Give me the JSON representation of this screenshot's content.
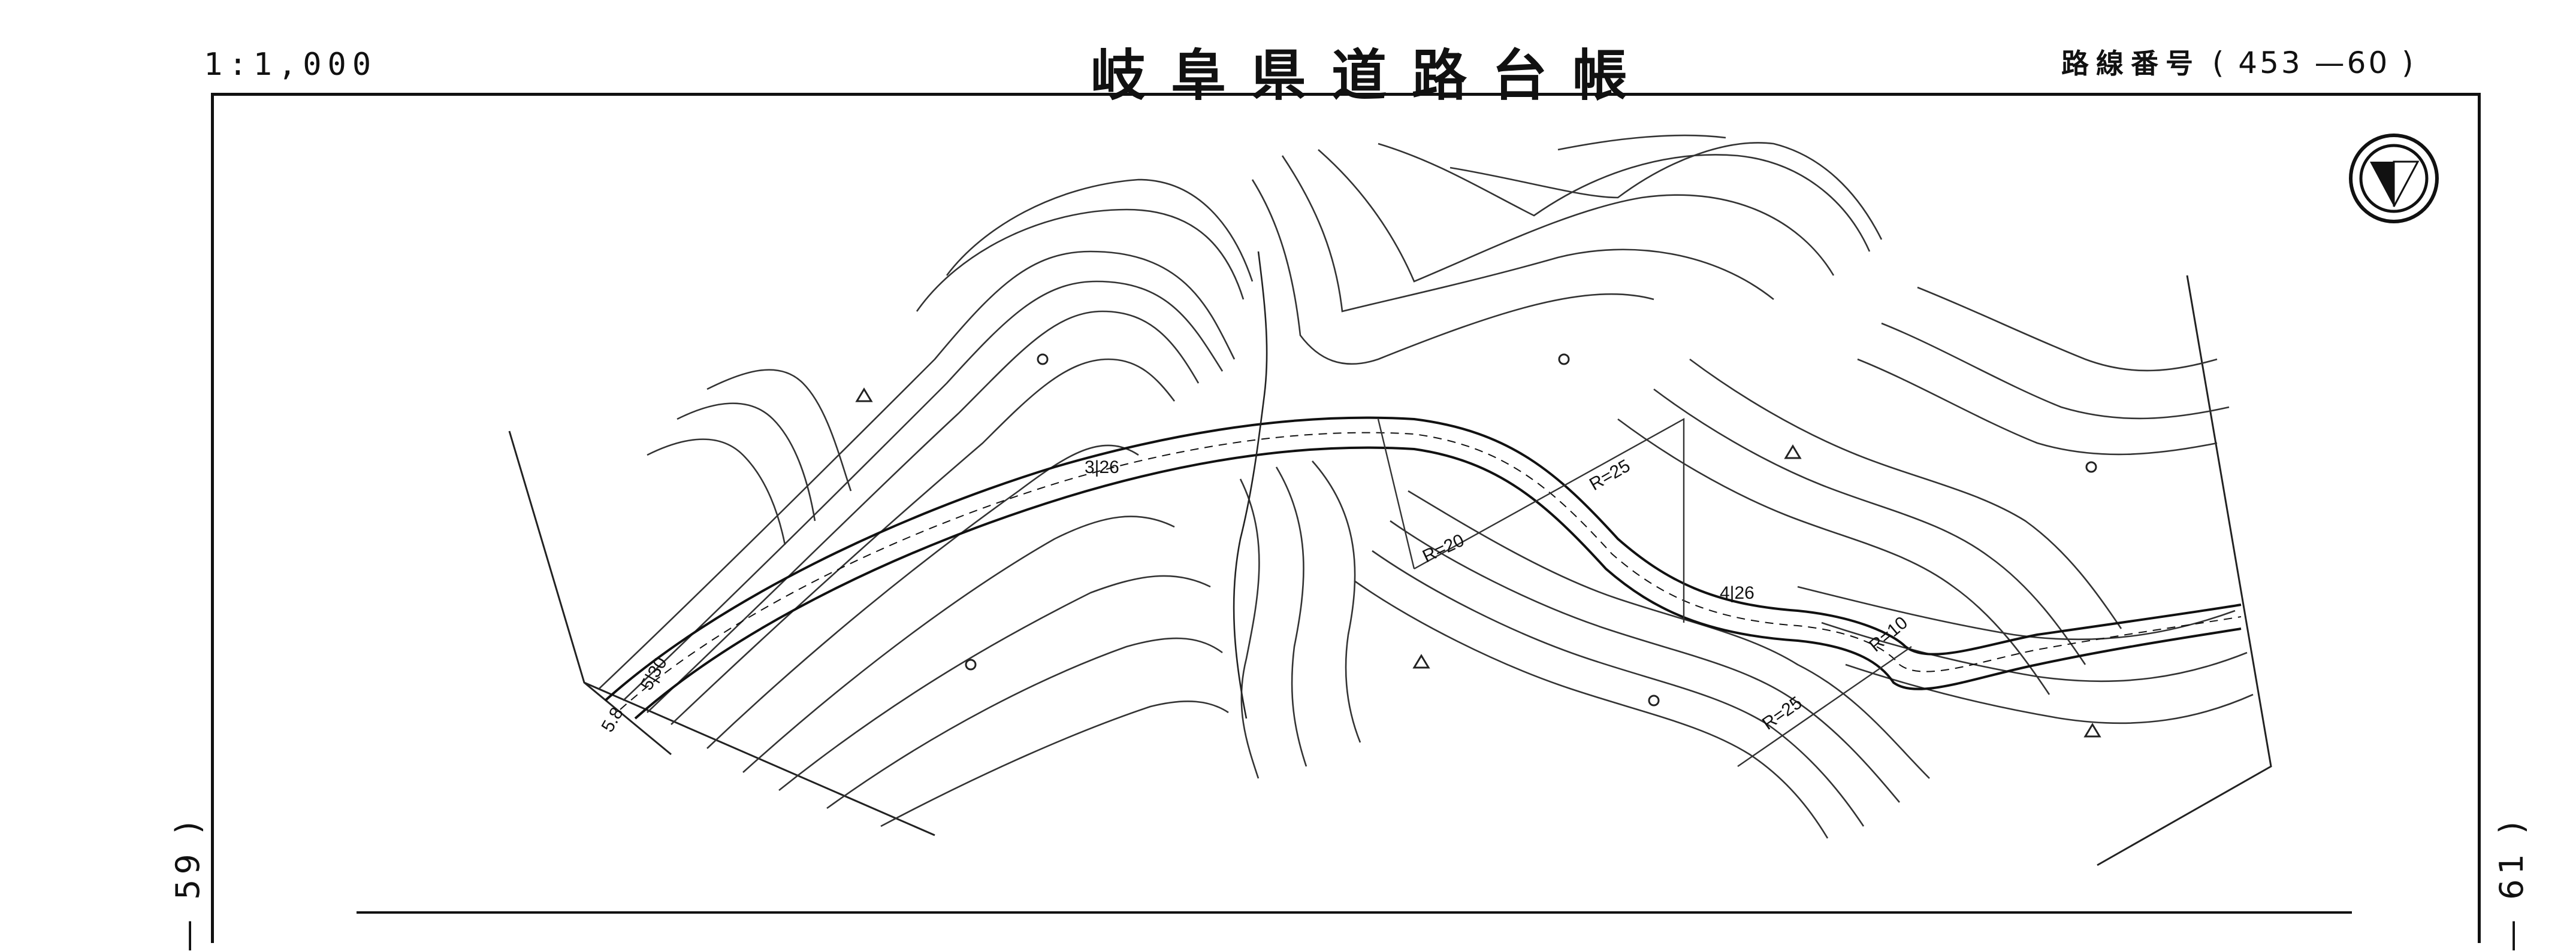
{
  "header": {
    "scale": "1:1,000",
    "title": "岐阜県道路台帳",
    "route_label": "路線番号",
    "route_value": "( 453 —60 )"
  },
  "side_refs": {
    "left": "— 59 )",
    "right": "— 61 )"
  },
  "map": {
    "curve_labels": [
      "R=25",
      "R=20",
      "R=25",
      "R=10"
    ],
    "width_labels": [
      "3|26",
      "4|26",
      "5|30",
      "5.8"
    ],
    "north_symbol": "north-arrow"
  }
}
